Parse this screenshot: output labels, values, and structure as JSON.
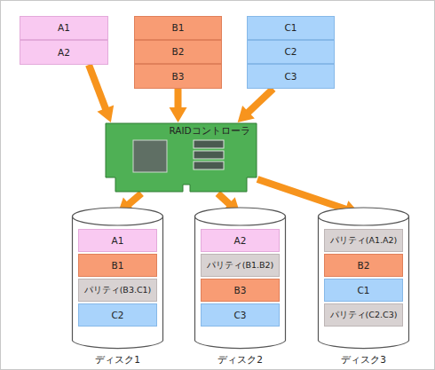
{
  "diagram": {
    "nodes": [
      {
        "text": [
          "A1"
        ]
      },
      {
        "text": [
          "A2"
        ]
      },
      {
        "text": [
          "B1"
        ]
      },
      {
        "text": [
          "B2"
        ]
      },
      {
        "text": [
          "B3"
        ]
      },
      {
        "text": [
          "C1"
        ]
      },
      {
        "text": [
          "C2"
        ]
      },
      {
        "text": [
          "C3"
        ]
      },
      {
        "text": [
          "RAIDコントローラ"
        ]
      },
      {
        "text": [
          "ディスク1"
        ]
      },
      {
        "text": [
          "A1"
        ],
        "in": 9
      },
      {
        "text": [
          "B1"
        ],
        "in": 9
      },
      {
        "text": [
          "パリティ(B3.C1)"
        ],
        "in": 9
      },
      {
        "text": [
          "C2"
        ],
        "in": 9
      },
      {
        "text": [
          "ディスク2"
        ]
      },
      {
        "text": [
          "A2"
        ],
        "in": 14
      },
      {
        "text": [
          "パリティ(B1.B2)"
        ],
        "in": 14
      },
      {
        "text": [
          "B3"
        ],
        "in": 14
      },
      {
        "text": [
          "C3"
        ],
        "in": 14
      },
      {
        "text": [
          "ディスク3"
        ]
      },
      {
        "text": [
          "パリティ(A1.A2)"
        ],
        "in": 19
      },
      {
        "text": [
          "B2"
        ],
        "in": 19
      },
      {
        "text": [
          "C1"
        ],
        "in": 19
      },
      {
        "text": [
          "パリティ(C2.C3)"
        ],
        "in": 19
      }
    ],
    "edges": [
      {
        "from": 1,
        "to": 8,
        "arrow": "to"
      },
      {
        "from": 4,
        "to": 8,
        "arrow": "to"
      },
      {
        "from": 7,
        "to": 8,
        "arrow": "to"
      },
      {
        "from": 8,
        "to": 9,
        "arrow": "to"
      },
      {
        "from": 8,
        "to": 14,
        "arrow": "to"
      },
      {
        "from": 8,
        "to": 19,
        "arrow": "to"
      }
    ]
  }
}
